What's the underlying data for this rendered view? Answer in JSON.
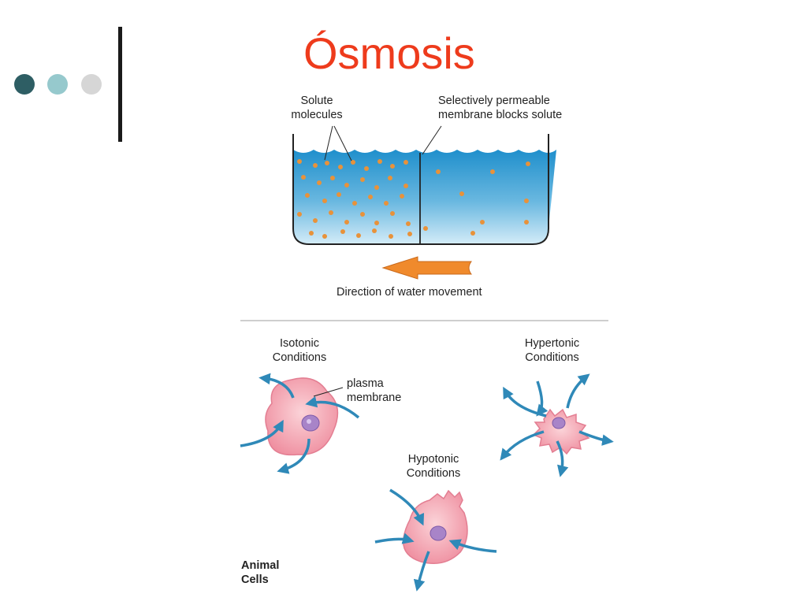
{
  "slide": {
    "title": "Ósmosis",
    "bullet_colors": [
      "#2e5e64",
      "#96c9cd",
      "#d6d6d6"
    ]
  },
  "diagram": {
    "solute_label": "Solute\nmolecules",
    "membrane_label": "Selectively permeable\nmembrane blocks solute",
    "direction_label": "Direction of water movement",
    "isotonic_label": "Isotonic\nConditions",
    "plasma_membrane_label": "plasma\nmembrane",
    "hypertonic_label": "Hypertonic\nConditions",
    "hypotonic_label": "Hypotonic\nConditions",
    "animal_cells_label": "Animal\nCells",
    "colors": {
      "water": "#3d9ed2",
      "solute": "#e8923a",
      "arrow_orange": "#f08a2c",
      "cell": "#f4a6b0",
      "nucleus": "#a884c8",
      "arrow_blue": "#2f89b8"
    }
  }
}
